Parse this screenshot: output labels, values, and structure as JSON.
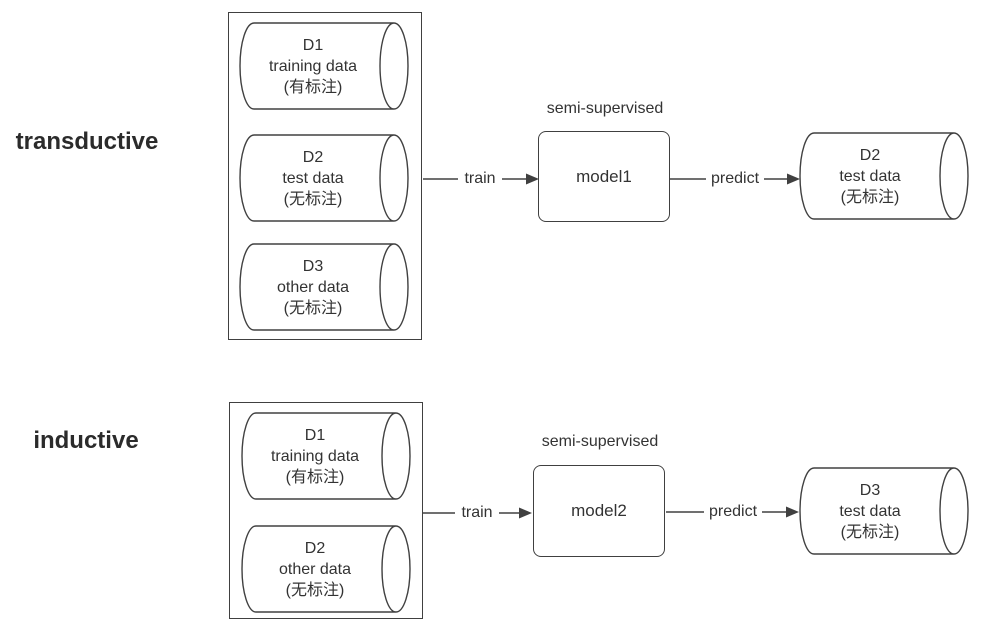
{
  "colors": {
    "stroke": "#404040",
    "text": "#333333",
    "background": "#ffffff"
  },
  "sections": [
    {
      "label": "transductive",
      "datasets": [
        {
          "name": "D1",
          "desc": "training data",
          "note": "(有标注)"
        },
        {
          "name": "D2",
          "desc": "test data",
          "note": "(无标注)"
        },
        {
          "name": "D3",
          "desc": "other data",
          "note": "(无标注)"
        }
      ],
      "train_label": "train",
      "model_caption": "semi-supervised",
      "model_name": "model1",
      "predict_label": "predict",
      "output": {
        "name": "D2",
        "desc": "test data",
        "note": "(无标注)"
      }
    },
    {
      "label": "inductive",
      "datasets": [
        {
          "name": "D1",
          "desc": "training data",
          "note": "(有标注)"
        },
        {
          "name": "D2",
          "desc": "other data",
          "note": "(无标注)"
        }
      ],
      "train_label": "train",
      "model_caption": "semi-supervised",
      "model_name": "model2",
      "predict_label": "predict",
      "output": {
        "name": "D3",
        "desc": "test data",
        "note": "(无标注)"
      }
    }
  ]
}
